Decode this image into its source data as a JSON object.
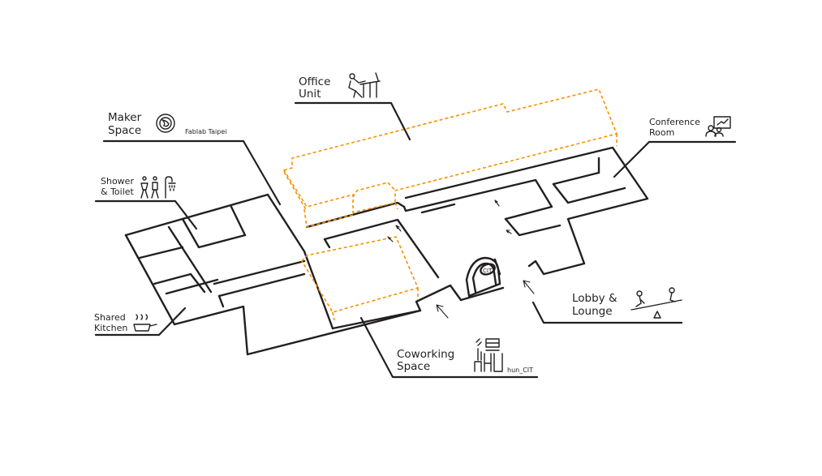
{
  "labels": {
    "office_unit": [
      "Office",
      "Unit"
    ],
    "maker_space": [
      "Maker",
      "Space"
    ],
    "fablab": "Fablab Taipei",
    "shower_toilet": [
      "Shower",
      "& Toilet"
    ],
    "shared_kitchen": [
      "Shared",
      "Kitchen"
    ],
    "conference_room": [
      "Conference",
      "Room"
    ],
    "lobby_lounge": [
      "Lobby &",
      "Lounge"
    ],
    "coworking_space": [
      "Coworking",
      "Space"
    ],
    "hun_cit": "hun_CIT",
    "logo_text": "CIT"
  },
  "colors": {
    "line": "#231f20",
    "accent_dashed": "#f39200",
    "background": "#ffffff"
  },
  "icons": [
    "desk-worker-icon",
    "gear-globe-icon",
    "restroom-icon",
    "shower-icon",
    "cooking-pot-icon",
    "presentation-icon",
    "seesaw-icon",
    "hun-logo-icon"
  ]
}
